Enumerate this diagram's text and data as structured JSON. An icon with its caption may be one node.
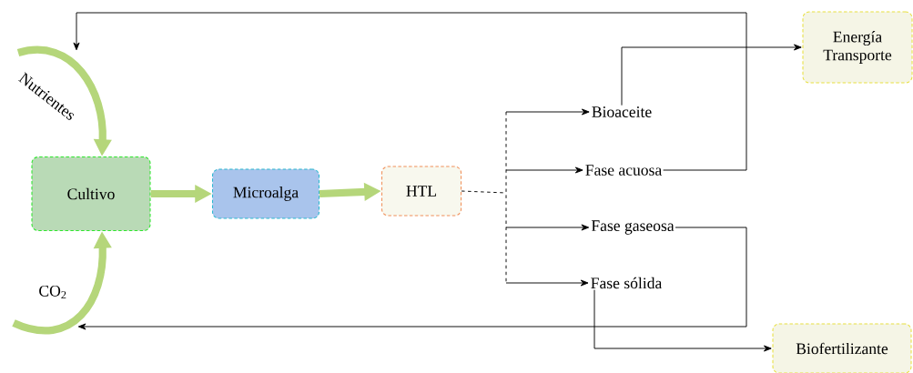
{
  "diagram": {
    "nodes": [
      {
        "text": [
          "Cultivo"
        ]
      },
      {
        "text": [
          "Microalga"
        ]
      },
      {
        "text": [
          "HTL"
        ]
      },
      {
        "text": [
          "Bioaceite"
        ]
      },
      {
        "text": [
          "Fase acuosa"
        ]
      },
      {
        "text": [
          "Fase gaseosa"
        ]
      },
      {
        "text": [
          "Fase sólida"
        ]
      },
      {
        "text": [
          "Energía Transporte"
        ]
      },
      {
        "text": [
          "Biofertilizante"
        ]
      },
      {
        "text": [
          "Nutrientes"
        ]
      },
      {
        "text": [
          "CO$_{2}$"
        ]
      }
    ],
    "edges": [
      {
        "from": 0,
        "to": 1,
        "arrow": "to",
        "style": "thick",
        "color": "#b5d67a"
      },
      {
        "from": 1,
        "to": 2,
        "arrow": "to",
        "style": "thick",
        "color": "#b5d67a"
      },
      {
        "from": 2,
        "to": 3,
        "arrow": "to",
        "style": "dashed"
      },
      {
        "from": 2,
        "to": 4,
        "arrow": "to",
        "style": "dashed"
      },
      {
        "from": 2,
        "to": 5,
        "arrow": "to",
        "style": "dashed"
      },
      {
        "from": 2,
        "to": 6,
        "arrow": "to",
        "style": "dashed"
      },
      {
        "from": 3,
        "to": 7,
        "arrow": "to"
      },
      {
        "from": 4,
        "to": 9,
        "arrow": "to"
      },
      {
        "from": 5,
        "to": 10,
        "arrow": "to"
      },
      {
        "from": 6,
        "to": 8,
        "arrow": "to"
      },
      {
        "from": 9,
        "to": 0,
        "arrow": "to",
        "style": "thick",
        "color": "#b5d67a"
      },
      {
        "from": 10,
        "to": 0,
        "arrow": "to",
        "style": "thick",
        "color": "#b5d67a"
      }
    ]
  }
}
